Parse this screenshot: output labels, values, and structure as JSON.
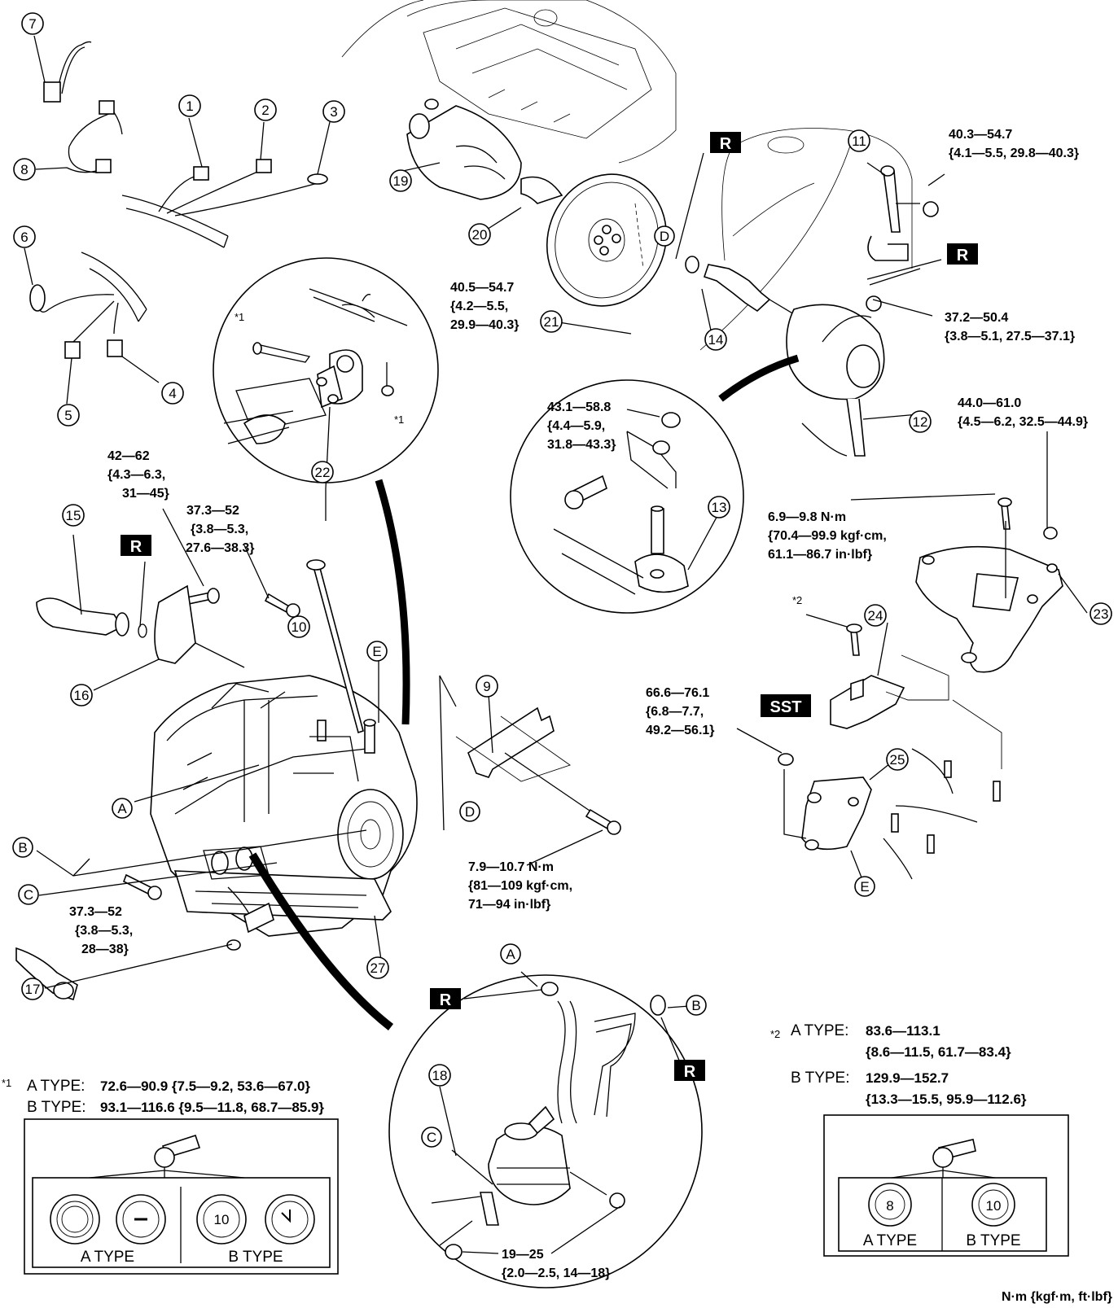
{
  "callouts": [
    "1",
    "2",
    "3",
    "4",
    "5",
    "6",
    "7",
    "8",
    "9",
    "10",
    "11",
    "12",
    "13",
    "14",
    "15",
    "16",
    "17",
    "18",
    "19",
    "20",
    "21",
    "22",
    "23",
    "24",
    "25",
    "27"
  ],
  "letters": {
    "A": "A",
    "B": "B",
    "C": "C",
    "D": "D",
    "E": "E"
  },
  "tags": {
    "r": "R",
    "sst": "SST"
  },
  "torques": {
    "t11": [
      "40.3—54.7",
      "{4.1—5.5, 29.8—40.3}"
    ],
    "t21": [
      "40.5—54.7",
      "{4.2—5.5,",
      "29.9—40.3}"
    ],
    "t_ball": [
      "37.2—50.4",
      "{3.8—5.1, 27.5—37.1}"
    ],
    "t13": [
      "43.1—58.8",
      "{4.4—5.9,",
      "31.8—43.3}"
    ],
    "t23": [
      "44.0—61.0",
      "{4.5—6.2, 32.5—44.9}"
    ],
    "t_plate": [
      "6.9—9.8 N·m",
      "{70.4—99.9 kgf·cm,",
      "61.1—86.7 in·lbf}"
    ],
    "t16": [
      "42—62",
      "{4.3—6.3,",
      "31—45}"
    ],
    "t10": [
      "37.3—52",
      "{3.8—5.3,",
      "27.6—38.3}"
    ],
    "t25": [
      "66.6—76.1",
      "{6.8—7.7,",
      "49.2—56.1}"
    ],
    "t9": [
      "7.9—10.7 N·m",
      "{81—109 kgf·cm,",
      "71—94 in·lbf}"
    ],
    "t_c": [
      "37.3—52",
      "{3.8—5.3,",
      "28—38}"
    ],
    "t18": [
      "19—25",
      "{2.0—2.5, 14—18}"
    ]
  },
  "notes": {
    "n1": {
      "mark": "*1",
      "rows": [
        {
          "type": "A TYPE:",
          "value": "72.6—90.9 {7.5—9.2, 53.6—67.0}"
        },
        {
          "type": "B TYPE:",
          "value": "93.1—116.6 {9.5—11.8, 68.7—85.9}"
        }
      ],
      "box": {
        "a_label": "A TYPE",
        "b_label": "B TYPE",
        "b_mark": "10"
      }
    },
    "n2": {
      "mark": "*2",
      "rows": [
        {
          "type": "A TYPE:",
          "value": [
            "83.6—113.1",
            "{8.6—11.5, 61.7—83.4}"
          ]
        },
        {
          "type": "B TYPE:",
          "value": [
            "129.9—152.7",
            "{13.3—15.5, 95.9—112.6}"
          ]
        }
      ],
      "box": {
        "a_label": "A TYPE",
        "b_label": "B TYPE",
        "a_mark": "8",
        "b_mark": "10"
      }
    }
  },
  "stars": {
    "s1": "*1",
    "s2": "*2"
  },
  "units": "N·m {kgf·m, ft·lbf}"
}
